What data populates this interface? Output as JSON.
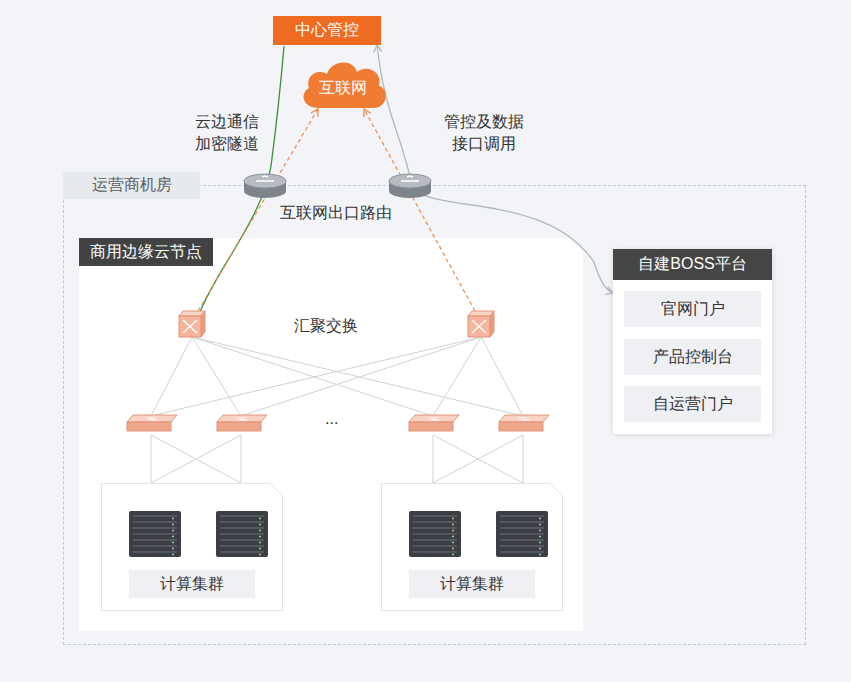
{
  "diagram": {
    "nodes": [
      {
        "text": [
          "中心管控"
        ]
      },
      {
        "text": [
          "互联网"
        ]
      },
      {
        "text": [
          "运营商机房"
        ]
      },
      {
        "text": [
          "商用边缘云节点"
        ],
        "in": 2
      },
      {
        "text": [
          "计算集群"
        ],
        "in": 3
      },
      {
        "text": [
          "计算集群"
        ],
        "in": 3
      },
      {
        "text": [
          "自建BOSS平台"
        ],
        "in": 2
      },
      {
        "text": [
          "官网门户"
        ],
        "in": 6
      },
      {
        "text": [
          "产品控制台"
        ],
        "in": 6
      },
      {
        "text": [
          "自运营门户"
        ],
        "in": 6
      }
    ],
    "edges": [
      {
        "from": 0,
        "to": 6,
        "arrow": "both",
        "label": "管控及数据 接口调用"
      }
    ],
    "labels": [
      "云边通信 加密隧道",
      "互联网出口路由",
      "汇聚交换",
      "..."
    ]
  }
}
